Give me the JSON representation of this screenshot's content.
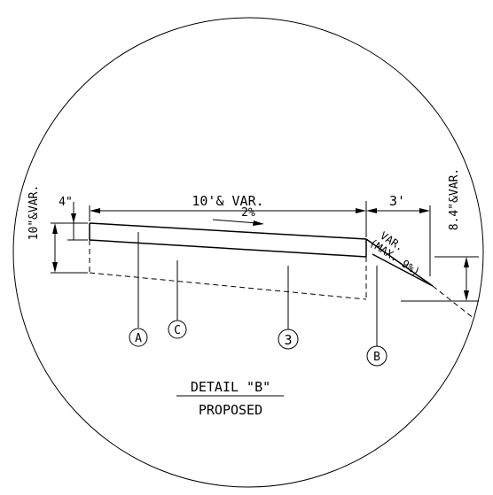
{
  "detail": {
    "title": "DETAIL \"B\"",
    "subtitle": "PROPOSED"
  },
  "dimensions": {
    "top_width": "10'& VAR.",
    "right_width": "3'",
    "slope": "2%",
    "depth_top": "4\"",
    "depth_left": "10\"&VAR.",
    "depth_right": "8.4\"&VAR.",
    "var_label": "VAR.",
    "max_label": "(MAX. 9%)"
  },
  "callouts": {
    "a": "A",
    "b": "B",
    "c": "C",
    "three": "3"
  }
}
